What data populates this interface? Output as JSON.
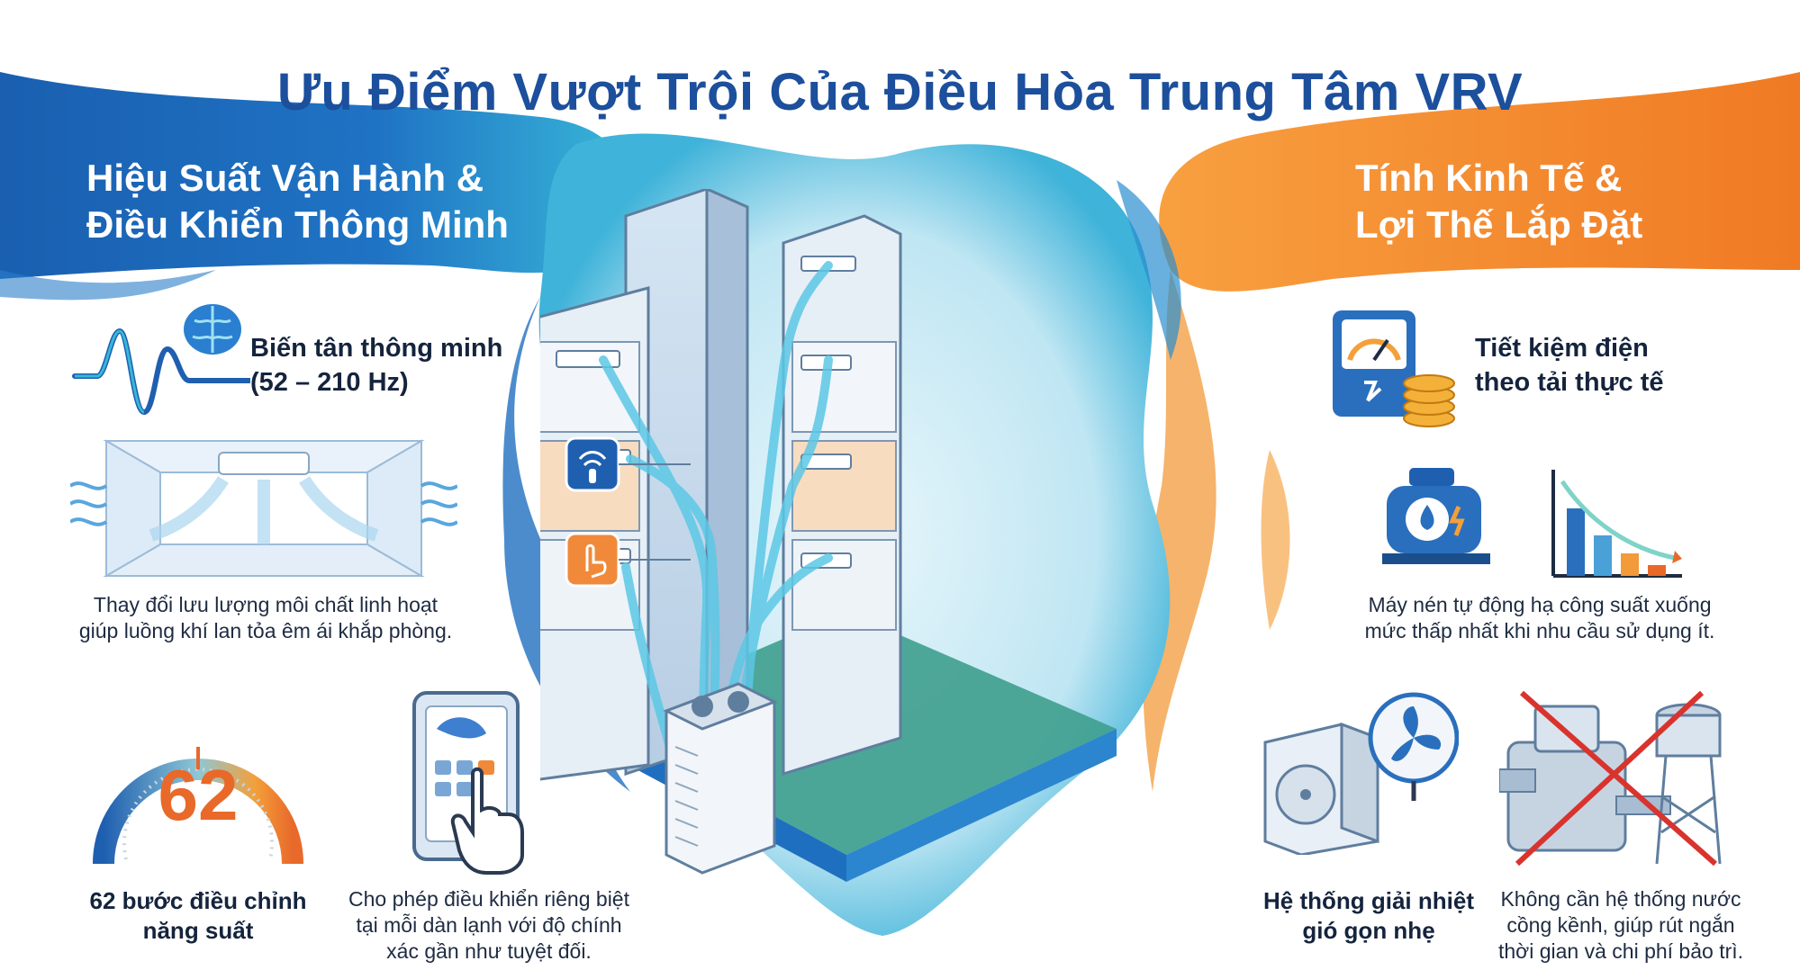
{
  "title": "Ưu Điểm Vượt Trội Của Điều Hòa Trung Tâm VRV",
  "left_section": {
    "title": "Hiệu Suất Vận Hành &\nĐiều Khiển Thông Minh",
    "features": [
      {
        "label": "Biến tân thông minh\n(52 – 210 Hz)",
        "icon": "brain-wave-icon"
      },
      {
        "description": "Thay đổi lưu lượng môi chất linh hoạt\ngiúp luồng khí lan tỏa êm ái khắp phòng.",
        "icon": "indoor-airflow-icon"
      },
      {
        "gauge_value": "62",
        "label": "62 bước điều chỉnh\nnăng suất",
        "icon": "gauge-icon"
      },
      {
        "description": "Cho phép điều khiển riêng biệt\ntại mỗi dàn lạnh với độ chính\nxác gần như tuyệt đối.",
        "icon": "tablet-control-icon"
      }
    ]
  },
  "right_section": {
    "title": "Tính Kinh Tế &\nLợi Thế Lắp Đặt",
    "features": [
      {
        "label": "Tiết kiệm điện\ntheo tải thực tế",
        "icon": "energy-meter-coins-icon"
      },
      {
        "description": "Máy nén tự động hạ công suất xuống\nmức thấp nhất khi nhu cầu sử dụng ít.",
        "icon": "compressor-icon"
      },
      {
        "label": "Hệ thống giải nhiệt\ngió gọn nhẹ",
        "icon": "air-cooled-unit-icon"
      },
      {
        "description": "Không cần hệ thống nước\ncồng kềnh, giúp rút ngắn\nthời gian và chi phí bảo trì.",
        "icon": "crossed-water-tower-icon"
      }
    ]
  },
  "colors": {
    "title": "#1c4f9c",
    "left_wave": "#1a5fb0",
    "right_wave": "#f07a24",
    "accent_orange": "#e8692a",
    "pipe_blue": "#5cc8e6"
  }
}
